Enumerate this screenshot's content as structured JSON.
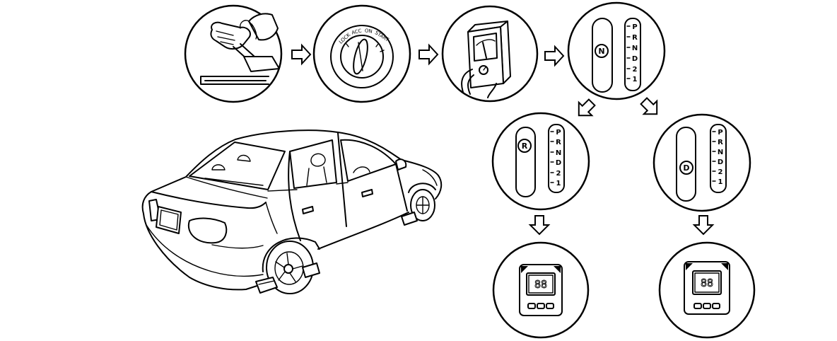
{
  "ignition_switch": {
    "positions": [
      "LOCK",
      "ACC",
      "ON",
      "START"
    ]
  },
  "shift_levers": [
    {
      "selected": "N",
      "scale": [
        "P",
        "R",
        "N",
        "D",
        "2",
        "1"
      ]
    },
    {
      "selected": "R",
      "scale": [
        "P",
        "R",
        "N",
        "D",
        "2",
        "1"
      ]
    },
    {
      "selected": "D",
      "scale": [
        "P",
        "R",
        "N",
        "D",
        "2",
        "1"
      ]
    }
  ],
  "displays": [
    {
      "reading": "88"
    },
    {
      "reading": "88"
    }
  ],
  "colors": {
    "line": "#000000",
    "background": "#ffffff"
  }
}
